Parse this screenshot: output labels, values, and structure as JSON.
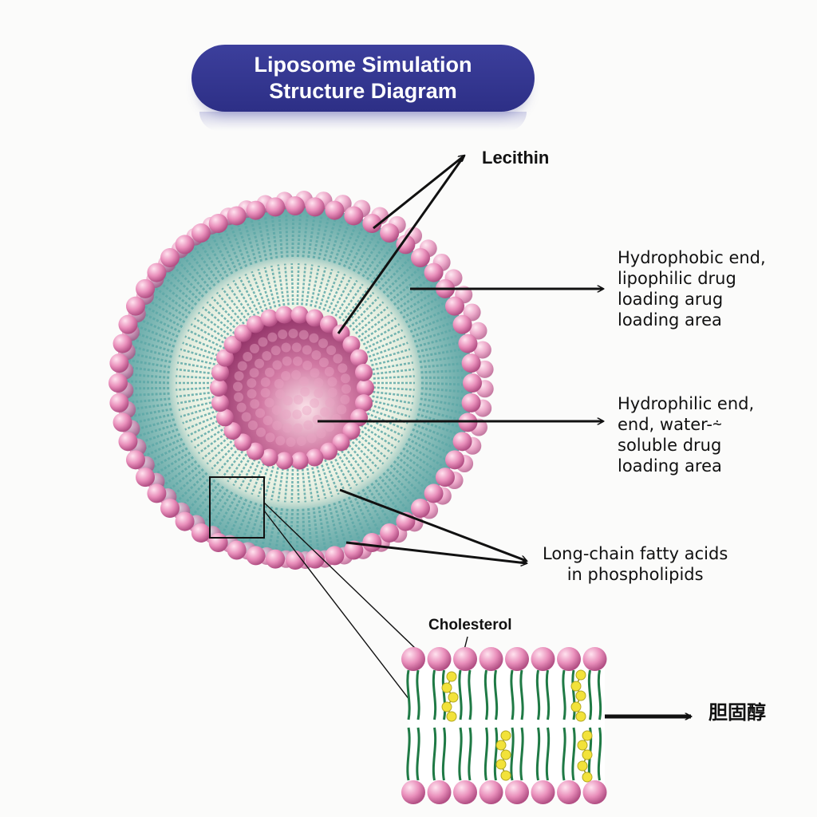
{
  "title": {
    "line1": "Liposome Simulation",
    "line2": "Structure Diagram"
  },
  "labels": {
    "lecithin": "Lecithin",
    "hydrophobic": [
      "Hydrophobic end,",
      "lipophilic drug",
      "loading arug",
      "loading area"
    ],
    "hydrophilic": [
      "Hydrophilic end,",
      "end, water-⸞",
      "soluble drug",
      "loading area"
    ],
    "fatty_acids": [
      "Long-chain fatty acids",
      "in phospholipids"
    ],
    "cholesterol": "Cholesterol",
    "cholesterol_cn": "胆固醇"
  },
  "colors": {
    "title_bg": "#3c3f9c",
    "head": "#e68fb8",
    "tail_outer": "#5fa9a8",
    "tail_inner": "#e3eedf",
    "core": "#b8487f",
    "detail_tail": "#1f7a45",
    "cholesterol": "#f2e23a"
  }
}
